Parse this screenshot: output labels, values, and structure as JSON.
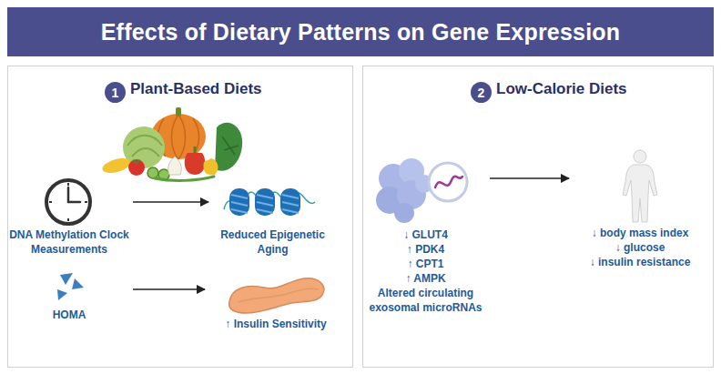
{
  "diagram": {
    "title": "Effects of Dietary Patterns on Gene Expression",
    "nodes": [
      {
        "text": [
          "Plant-Based Diets"
        ]
      },
      {
        "text": [
          "1"
        ],
        "in": 0
      },
      {
        "text": [
          "DNA Methylation Clock Measurements"
        ],
        "in": 0
      },
      {
        "text": [
          "Reduced Epigenetic Aging"
        ],
        "in": 0
      },
      {
        "text": [
          "HOMA"
        ],
        "in": 0
      },
      {
        "text": [
          "↑ Insulin Sensitivity"
        ],
        "in": 0
      },
      {
        "text": [
          "Low-Calorie Diets"
        ]
      },
      {
        "text": [
          "2"
        ],
        "in": 6
      },
      {
        "text": [
          "↓ GLUT4",
          "↑ PDK4",
          "↑ CPT1",
          "↑ AMPK",
          "Altered circulating exosomal microRNAs"
        ],
        "in": 6
      },
      {
        "text": [
          "↓ body mass index",
          "↓ glucose",
          "↓ insulin resistance"
        ],
        "in": 6
      }
    ],
    "edges": [
      {
        "from": 2,
        "to": 3,
        "arrow": "to"
      },
      {
        "from": 4,
        "to": 5,
        "arrow": "to"
      },
      {
        "from": 8,
        "to": 9,
        "arrow": "to"
      }
    ]
  }
}
